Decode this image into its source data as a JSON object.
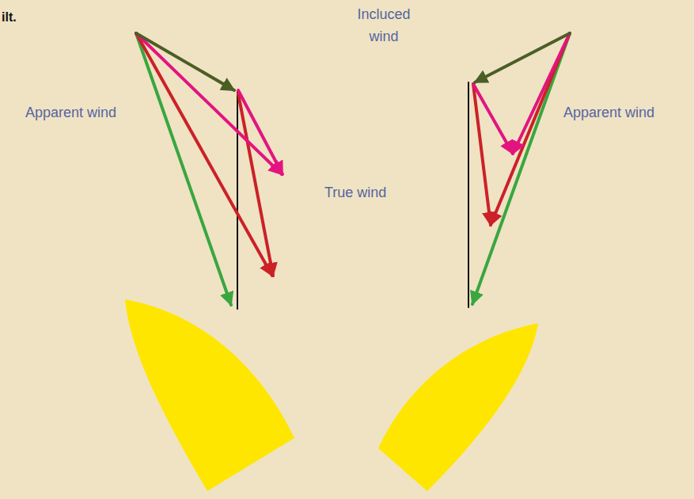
{
  "diagram": {
    "labels": [
      "ilt.",
      "Incluced wind",
      "Apparent wind",
      "True wind",
      "Apparent wind"
    ]
  }
}
